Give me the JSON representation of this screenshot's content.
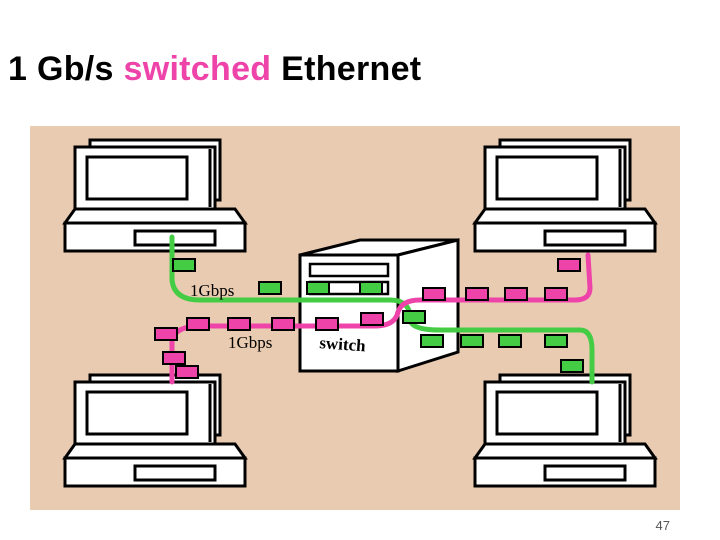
{
  "title": {
    "part1": "1 Gb/s ",
    "part2": "switched",
    "part3": " Ethernet"
  },
  "labels": {
    "link_green": "1Gbps",
    "link_pink": "1Gbps",
    "switch": "switch"
  },
  "page_number": "47",
  "colors": {
    "background": "#e8cbb0",
    "green_link": "#44cc44",
    "pink_link": "#ee44aa",
    "accent_title": "#ee44aa"
  },
  "icons": {
    "computer": "computer-icon",
    "switch": "network-switch-icon",
    "packet": "packet-icon"
  }
}
